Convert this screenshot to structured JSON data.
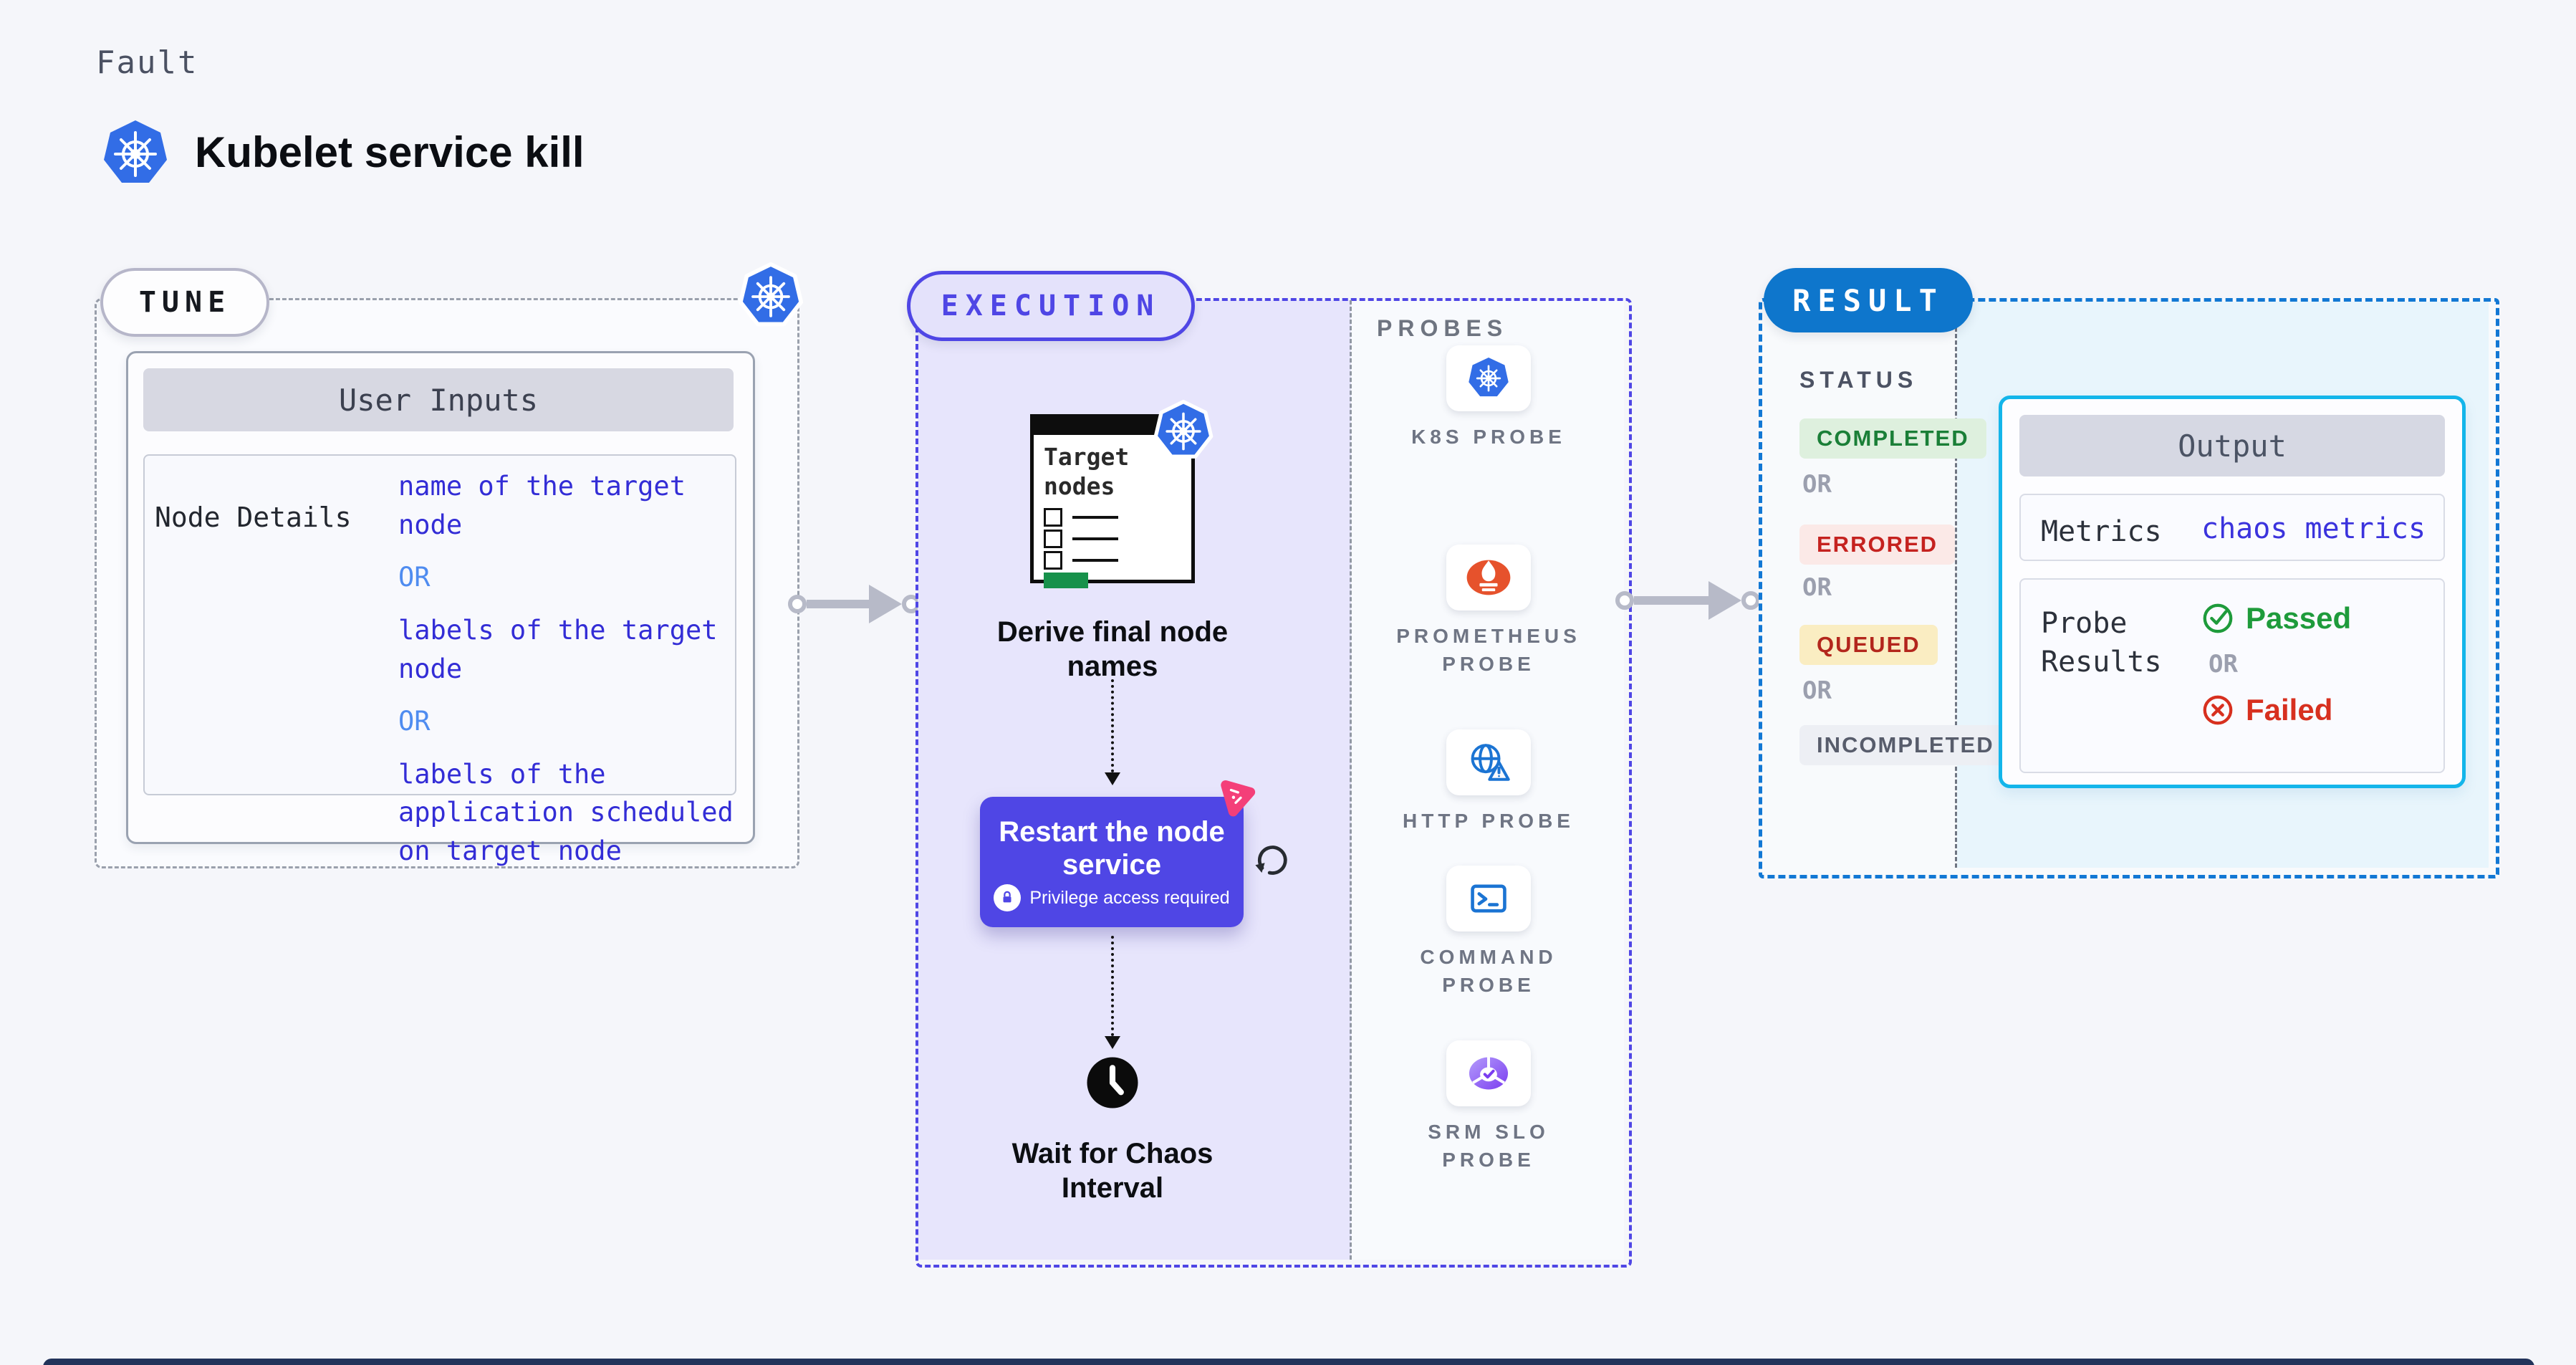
{
  "page": {
    "category_label": "Fault",
    "title": "Kubelet service kill"
  },
  "tune": {
    "label": "TUNE",
    "user_inputs": {
      "header": "User Inputs",
      "row_label": "Node Details",
      "value_1": "name of the target node",
      "value_2": "labels of the target node",
      "value_3": "labels of the application scheduled on target node",
      "or": "OR"
    }
  },
  "execution": {
    "label": "EXECUTION",
    "target_window_title": "Target nodes",
    "derive_caption": "Derive final node names",
    "restart_title": "Restart the node service",
    "privilege_badge": "Privilege access required",
    "wait_caption": "Wait for Chaos Interval"
  },
  "probes": {
    "label": "PROBES",
    "items": [
      {
        "name": "K8S PROBE",
        "icon": "kubernetes-icon"
      },
      {
        "name": "PROMETHEUS PROBE",
        "icon": "prometheus-icon"
      },
      {
        "name": "HTTP PROBE",
        "icon": "globe-warning-icon"
      },
      {
        "name": "COMMAND PROBE",
        "icon": "terminal-icon"
      },
      {
        "name": "SRM SLO PROBE",
        "icon": "slo-pie-check-icon"
      }
    ]
  },
  "result": {
    "label": "RESULT",
    "status_heading": "STATUS",
    "or": "OR",
    "statuses": [
      {
        "label": "COMPLETED",
        "text_color": "#1a7f37",
        "bg_color": "#def0de"
      },
      {
        "label": "ERRORED",
        "text_color": "#c5221f",
        "bg_color": "#fbe9e7"
      },
      {
        "label": "QUEUED",
        "text_color": "#b3261c",
        "bg_color": "#faedc2"
      },
      {
        "label": "INCOMPLETED",
        "text_color": "#575c6b",
        "bg_color": "#edeff4"
      }
    ],
    "output": {
      "header": "Output",
      "metrics_label": "Metrics",
      "metrics_value": "chaos metrics",
      "probe_results_label": "Probe Results",
      "passed_label": "Passed",
      "or": "OR",
      "failed_label": "Failed"
    }
  },
  "colors": {
    "page_bg": "#f5f6fa",
    "kubernetes_blue": "#326de6",
    "execution_indigo": "#4f46e5",
    "execution_fill": "#e7e5fc",
    "result_blue": "#0e76cc",
    "result_fill": "#e8f5fc",
    "output_border_cyan": "#13b5ea",
    "prometheus_orange": "#e6522c",
    "litmus_pink": "#f43f79",
    "passed_green": "#1e9b3b",
    "failed_red": "#d7301f",
    "arrow_gray": "#b7bac8",
    "target_green": "#17914b"
  }
}
